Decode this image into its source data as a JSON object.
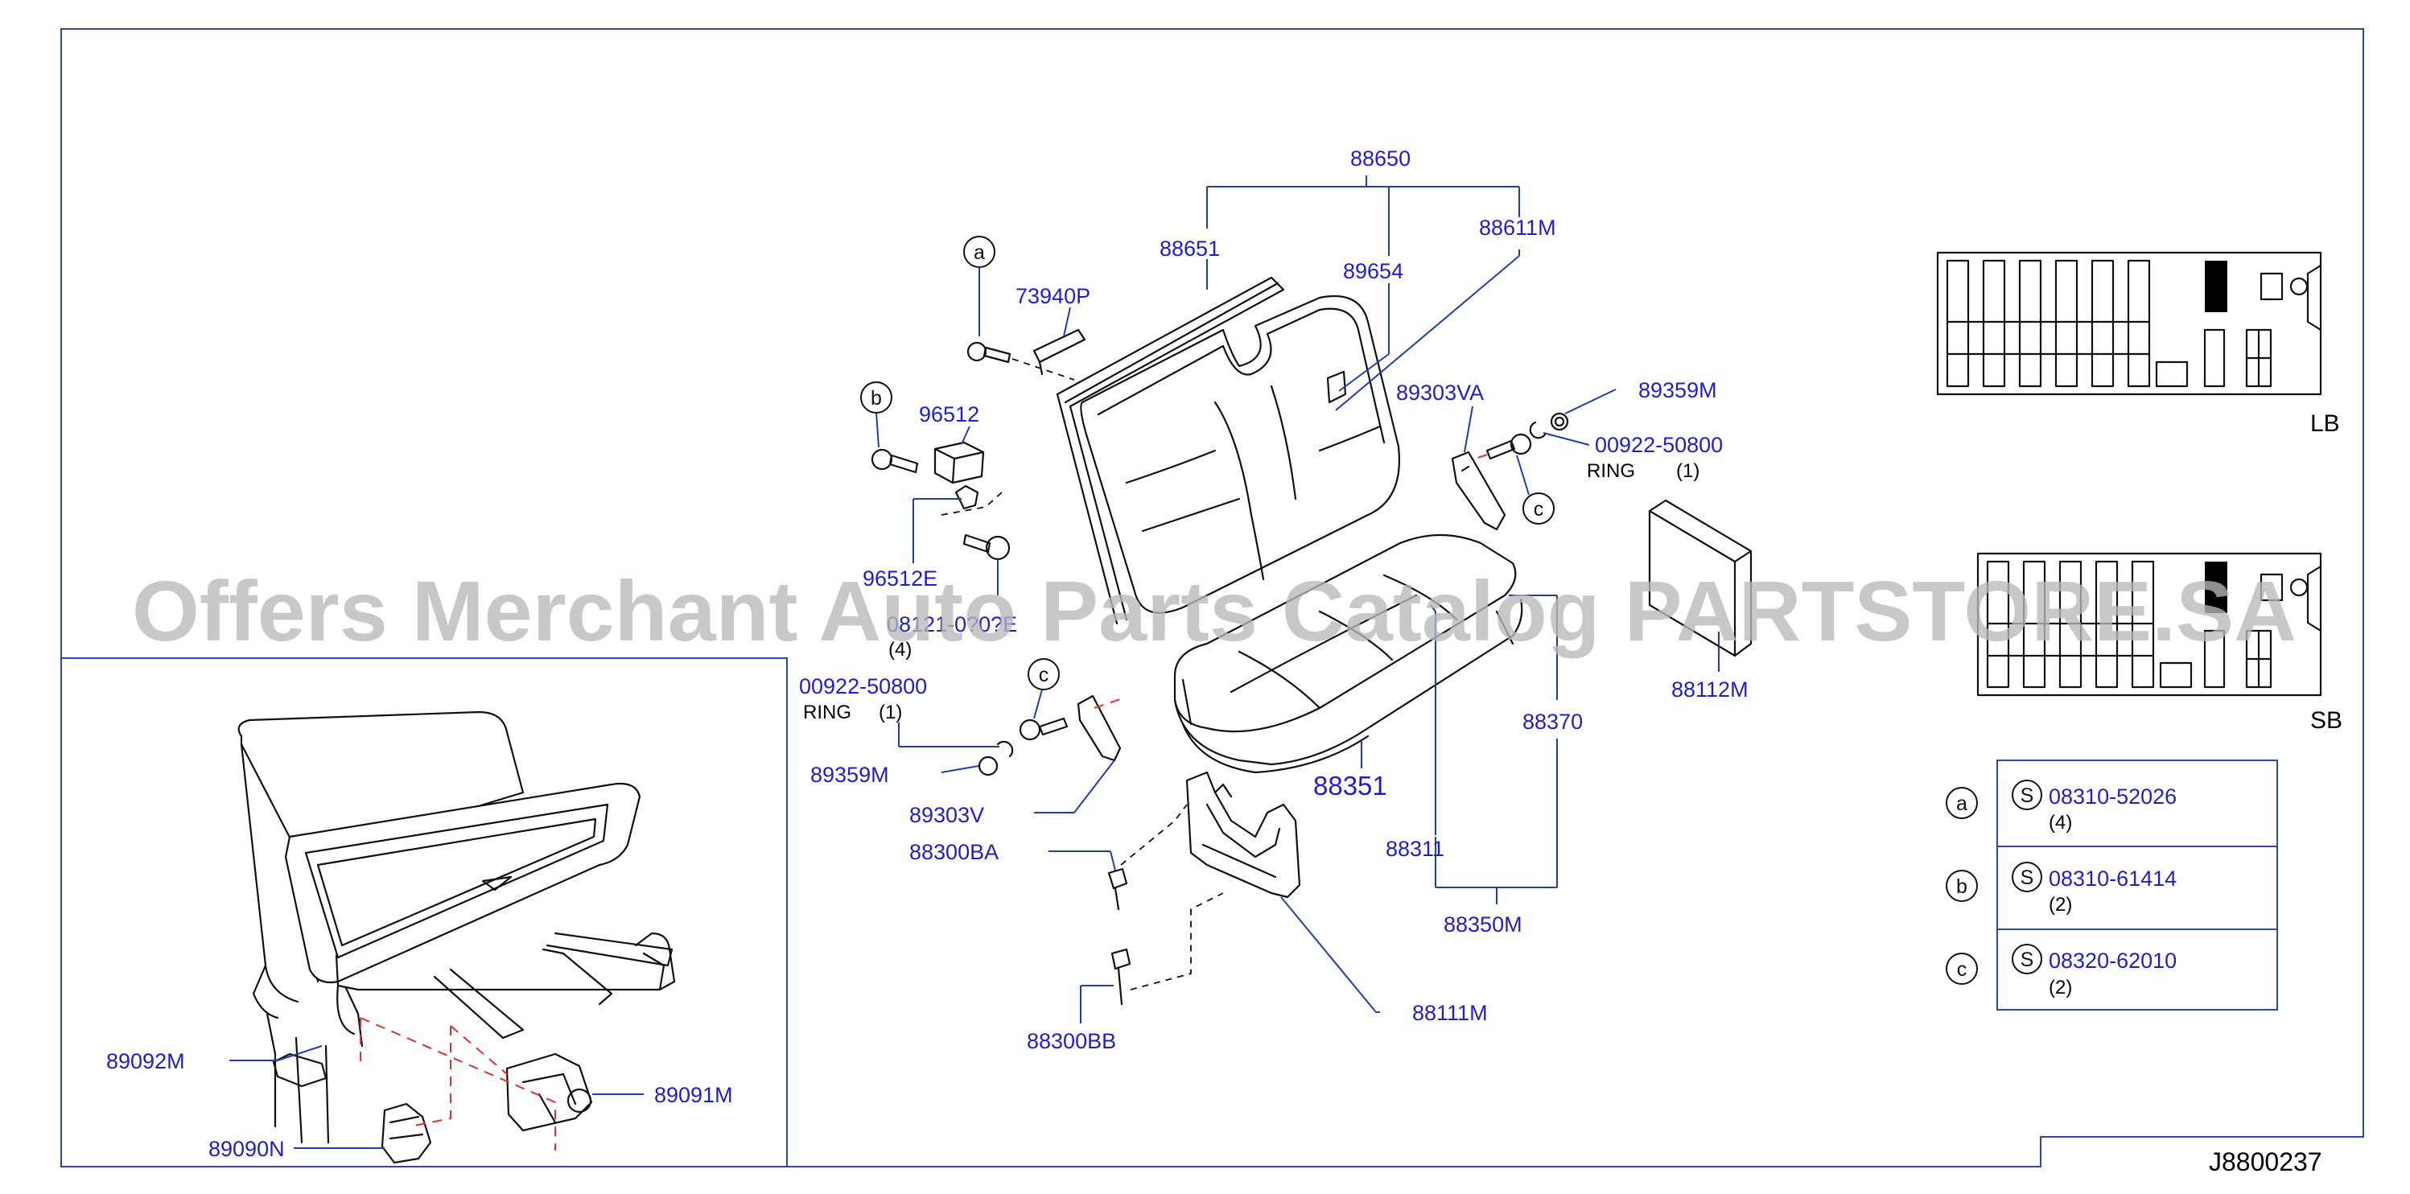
{
  "diagram_id": "J8800237",
  "watermark": "Offers Merchant Auto Parts Catalog PARTSTORE.SA",
  "parts": {
    "p88650": "88650",
    "p88651": "88651",
    "p89654": "89654",
    "p88611M": "88611M",
    "p73940P": "73940P",
    "p96512": "96512",
    "p96512E": "96512E",
    "p89303VA": "89303VA",
    "p89359M_top": "89359M",
    "p00922_top": "00922-50800",
    "p00922_left": "00922-50800",
    "p89359M_left": "89359M",
    "p89303V": "89303V",
    "p88300BA": "88300BA",
    "p88300BB": "88300BB",
    "p88111M": "88111M",
    "p88351": "88351",
    "p88311": "88311",
    "p88370": "88370",
    "p88350M": "88350M",
    "p88112M": "88112M",
    "p89092M": "89092M",
    "p89091M": "89091M",
    "p89090N": "89090N",
    "p081_partial": "08121-0?0?E",
    "qty_081": "(4)"
  },
  "notes": {
    "ring_top": "RING",
    "ring_top_qty": "(1)",
    "ring_left": "RING",
    "ring_left_qty": "(1)"
  },
  "callouts": {
    "a": "a",
    "b": "b",
    "c": "c"
  },
  "layout_labels": {
    "lb": "LB",
    "sb": "SB"
  },
  "legend": [
    {
      "key": "a",
      "prefix": "S",
      "number": "08310-52026",
      "qty": "(4)"
    },
    {
      "key": "b",
      "prefix": "S",
      "number": "08310-61414",
      "qty": "(2)"
    },
    {
      "key": "c",
      "prefix": "S",
      "number": "08320-62010",
      "qty": "(2)"
    }
  ],
  "colors": {
    "label": "#1f1fc7",
    "frame": "#2d4a9a",
    "leader": "#1f3fa8",
    "part_line": "#111111",
    "hidden_line": "#e03030",
    "watermark": "#b9b9b9"
  }
}
